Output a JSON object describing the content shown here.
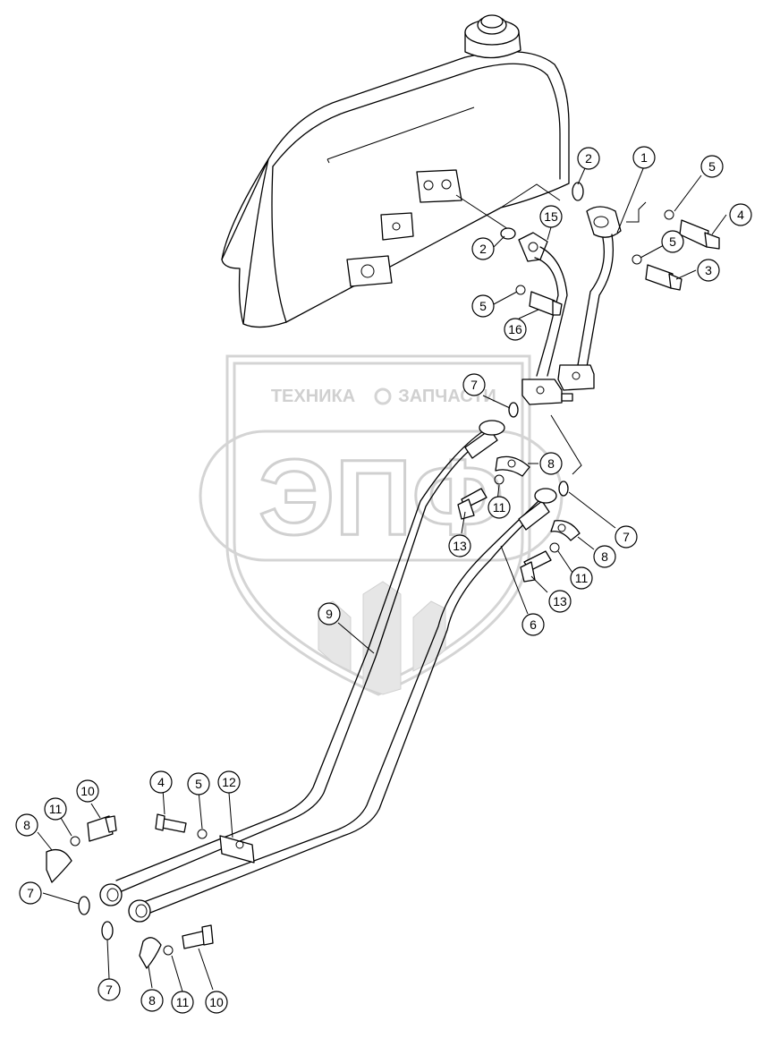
{
  "watermark": {
    "top_left": "ТЕХНИКА",
    "top_right": "ЗАПЧАСТИ",
    "big": "ЭПФ"
  },
  "callouts": [
    {
      "id": "c1",
      "label": "1"
    },
    {
      "id": "c2a",
      "label": "2"
    },
    {
      "id": "c2b",
      "label": "2"
    },
    {
      "id": "c3",
      "label": "3"
    },
    {
      "id": "c4a",
      "label": "4"
    },
    {
      "id": "c4b",
      "label": "4"
    },
    {
      "id": "c5a",
      "label": "5"
    },
    {
      "id": "c5b",
      "label": "5"
    },
    {
      "id": "c5c",
      "label": "5"
    },
    {
      "id": "c5d",
      "label": "5"
    },
    {
      "id": "c6",
      "label": "6"
    },
    {
      "id": "c7a",
      "label": "7"
    },
    {
      "id": "c7b",
      "label": "7"
    },
    {
      "id": "c7c",
      "label": "7"
    },
    {
      "id": "c7d",
      "label": "7"
    },
    {
      "id": "c8a",
      "label": "8"
    },
    {
      "id": "c8b",
      "label": "8"
    },
    {
      "id": "c8c",
      "label": "8"
    },
    {
      "id": "c8d",
      "label": "8"
    },
    {
      "id": "c9",
      "label": "9"
    },
    {
      "id": "c10a",
      "label": "10"
    },
    {
      "id": "c10b",
      "label": "10"
    },
    {
      "id": "c11a",
      "label": "11"
    },
    {
      "id": "c11b",
      "label": "11"
    },
    {
      "id": "c11c",
      "label": "11"
    },
    {
      "id": "c11d",
      "label": "11"
    },
    {
      "id": "c12",
      "label": "12"
    },
    {
      "id": "c13a",
      "label": "13"
    },
    {
      "id": "c13b",
      "label": "13"
    },
    {
      "id": "c15",
      "label": "15"
    },
    {
      "id": "c16",
      "label": "16"
    }
  ]
}
